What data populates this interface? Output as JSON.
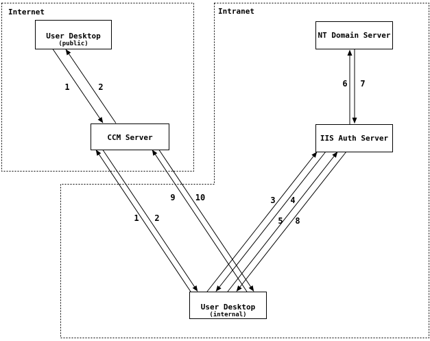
{
  "colors": {
    "line": "#000000",
    "background": "#ffffff"
  },
  "zones": {
    "internet": {
      "label": "Internet"
    },
    "intranet": {
      "label": "Intranet"
    }
  },
  "nodes": {
    "user_desktop_public": {
      "title": "User Desktop",
      "subtitle": "(public)"
    },
    "ccm_server": {
      "title": "CCM Server"
    },
    "nt_domain_server": {
      "title": "NT Domain Server"
    },
    "iis_auth_server": {
      "title": "IIS Auth Server"
    },
    "user_desktop_internal": {
      "title": "User Desktop",
      "subtitle": "(internal)"
    }
  },
  "flow_labels": {
    "f1_public": "1",
    "f2_public": "2",
    "f1_internal": "1",
    "f2_internal": "2",
    "f3": "3",
    "f4": "4",
    "f5": "5",
    "f6": "6",
    "f7": "7",
    "f8": "8",
    "f9": "9",
    "f10": "10"
  }
}
